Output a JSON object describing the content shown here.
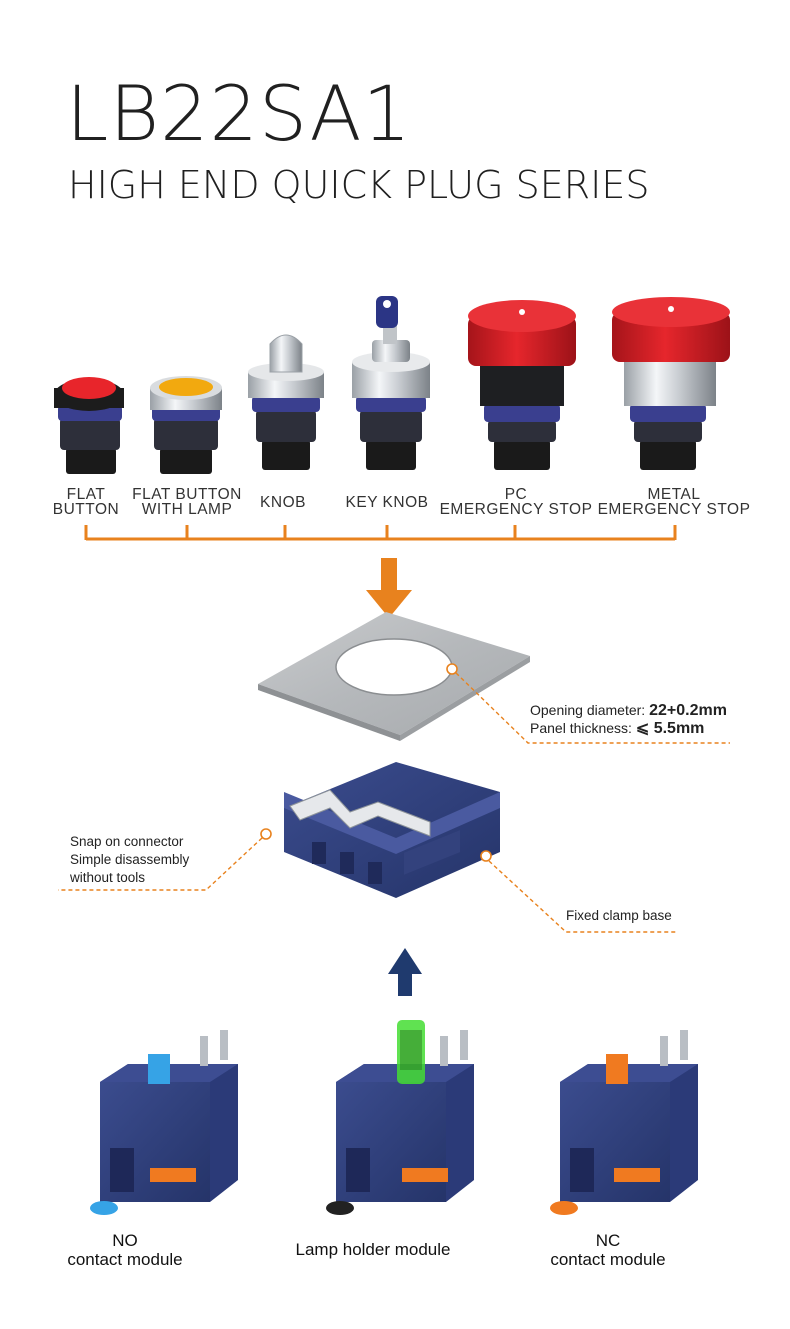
{
  "header": {
    "model": "LB22SA1",
    "series": "HIGH END QUICK PLUG SERIES"
  },
  "buttons": [
    {
      "label": "FLAT\nBUTTON",
      "icon": "flat-button-red"
    },
    {
      "label": "FLAT BUTTON\nWITH LAMP",
      "icon": "flat-button-lamp-yellow"
    },
    {
      "label": "KNOB",
      "icon": "selector-knob"
    },
    {
      "label": "KEY KNOB",
      "icon": "key-switch"
    },
    {
      "label": "PC\nEMERGENCY STOP",
      "icon": "emergency-stop-pc"
    },
    {
      "label": "METAL\nEMERGENCY STOP",
      "icon": "emergency-stop-metal"
    }
  ],
  "panel": {
    "opening_label": "Opening diameter:",
    "opening_value": "22+0.2mm",
    "thickness_label": "Panel thickness:",
    "thickness_value": "⩽ 5.5mm"
  },
  "base": {
    "left_note": "Snap on connector\nSimple disassembly\nwithout tools",
    "right_note": "Fixed clamp base"
  },
  "modules": [
    {
      "label": "NO\ncontact module",
      "accent": "#36a3e6"
    },
    {
      "label": "Lamp holder module",
      "accent": "#44dd33"
    },
    {
      "label": "NC\ncontact module",
      "accent": "#f07a20"
    }
  ],
  "colors": {
    "orange": "#e8821e",
    "navy": "#2e3e7a",
    "arrow_blue": "#1f3a6e"
  }
}
